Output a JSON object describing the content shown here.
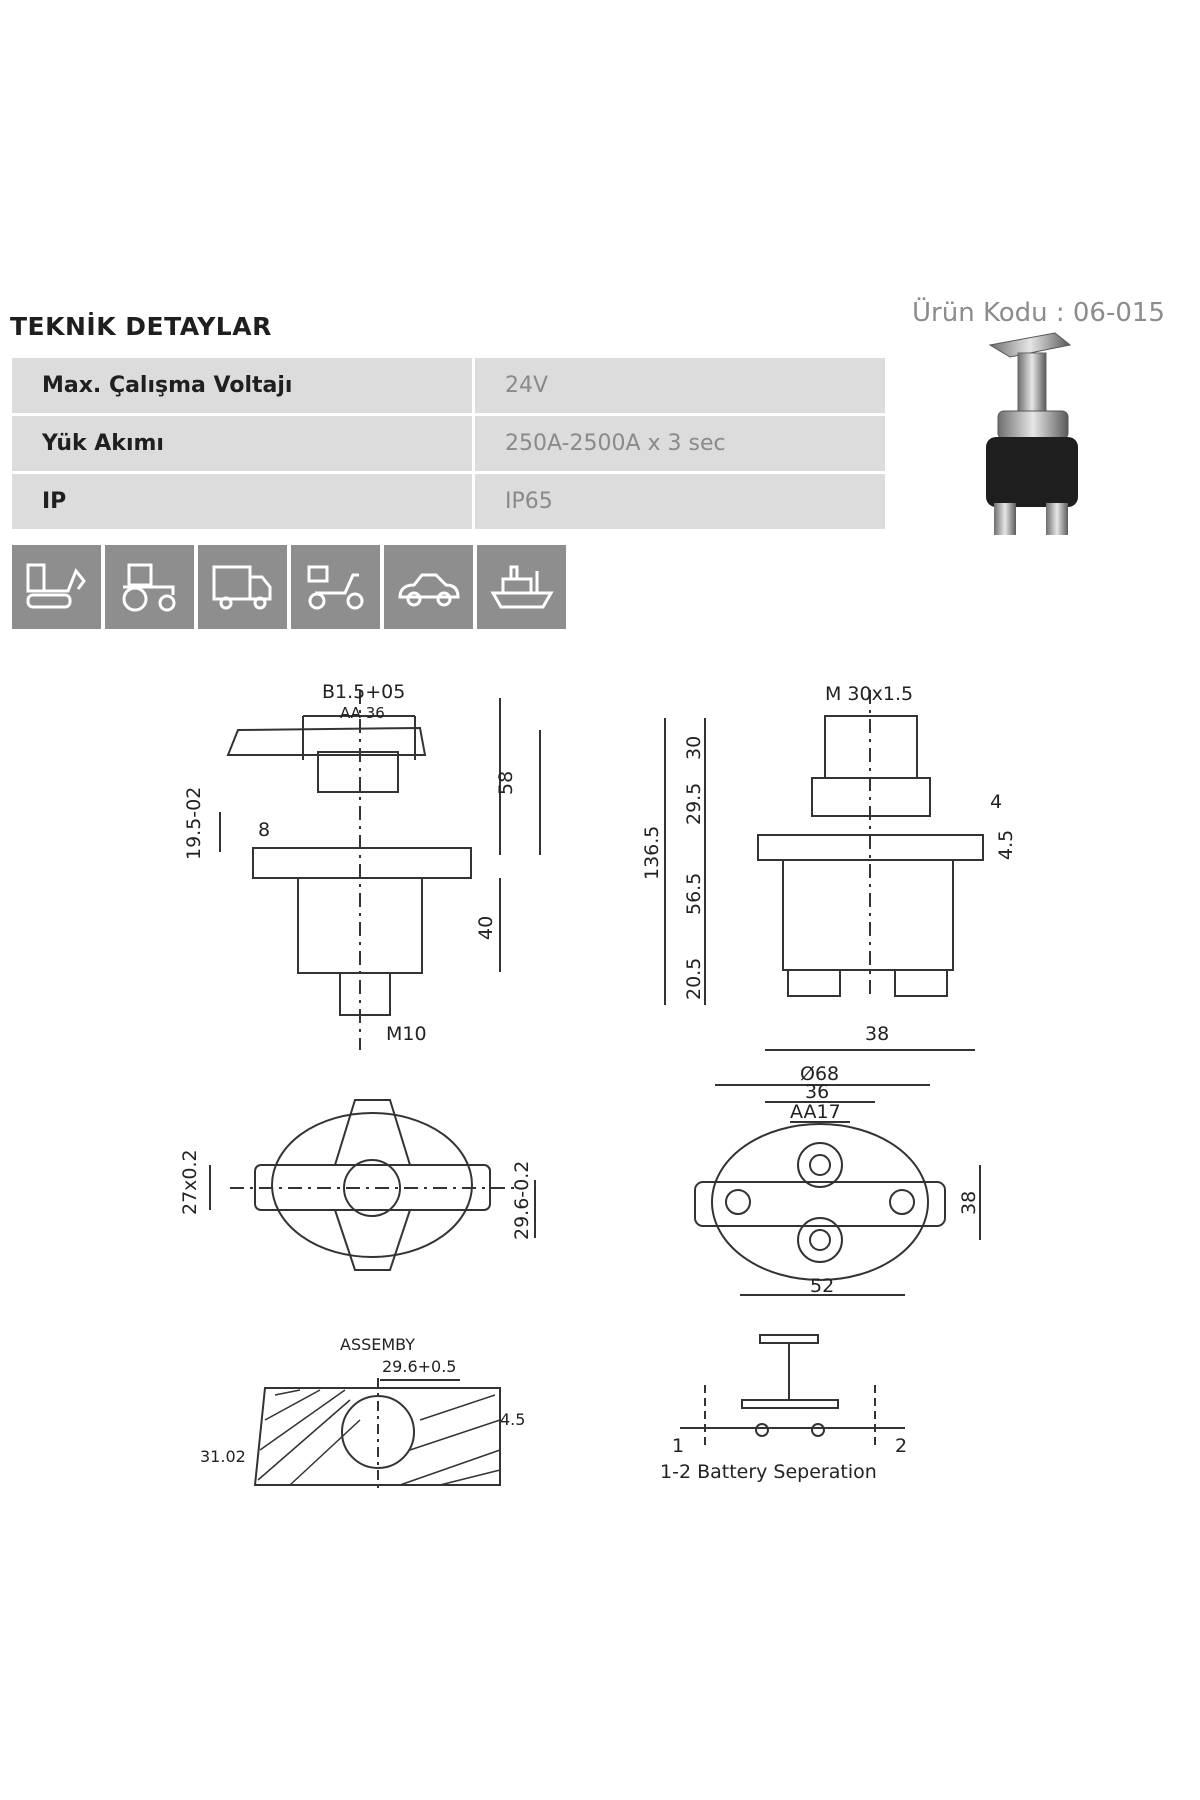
{
  "header": {
    "title": "TEKNİK DETAYLAR",
    "product_code": "Ürün Kodu : 06-015"
  },
  "specs": [
    {
      "label": "Max. Çalışma Voltajı",
      "value": "24V"
    },
    {
      "label": "Yük Akımı",
      "value": "250A-2500A x 3 sec"
    },
    {
      "label": "IP",
      "value": "IP65"
    }
  ],
  "applications": [
    "excavator-icon",
    "tractor-icon",
    "truck-icon",
    "scooter-icon",
    "car-icon",
    "ship-icon"
  ],
  "drawing": {
    "front": {
      "b": "B1.5+05",
      "aa": "AA 36",
      "h58": "58",
      "h19": "19.5-02",
      "h8": "8",
      "h40": "40",
      "m10": "M10"
    },
    "side": {
      "m30": "M 30x1.5",
      "d30": "30",
      "d295": "29.5",
      "d1365": "136.5",
      "d565": "56.5",
      "d205": "20.5",
      "d4": "4",
      "d45": "4.5",
      "d38": "38"
    },
    "top_left": {
      "d27": "27x0.2",
      "d296": "29.6-0.2"
    },
    "top_right": {
      "d68": "Ø68",
      "d36": "36",
      "aa17": "AA17",
      "d38": "38",
      "d52": "52"
    },
    "assembly": {
      "title": "ASSEMBY",
      "d296": "29.6+0.5",
      "d45": "4.5",
      "d310": "31.02"
    },
    "schematic": {
      "p1": "1",
      "p2": "2",
      "caption": "1-2 Battery Seperation"
    }
  },
  "colors": {
    "table_bg": "#dcdcdc",
    "icon_bg": "#8e8e8e",
    "text_dark": "#1f1f1f",
    "text_muted": "#8a8a8a"
  }
}
